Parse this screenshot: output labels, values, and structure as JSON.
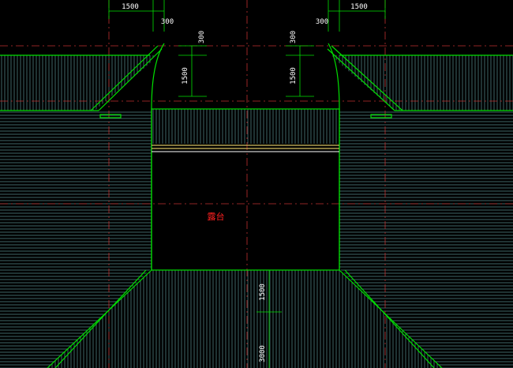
{
  "drawing": {
    "colors": {
      "background": "#000000",
      "outline": "#00e000",
      "hatch": "#4d7f80",
      "center_line": "#c03030",
      "dimension": "#00e000",
      "dimension_text": "#ffffff",
      "label": "#ff2020",
      "beam": "#d4c060"
    },
    "dimensions": {
      "top_left_width": "1500",
      "top_left_gap": "300",
      "top_right_gap": "300",
      "top_right_width": "1500",
      "left_gap_vertical": "300",
      "right_gap_vertical": "300",
      "left_depth": "1500",
      "right_depth": "1500",
      "bottom_depth": "1500",
      "bottom_lower": "3000"
    },
    "room_label": {
      "line1": "露",
      "line2": "台"
    }
  }
}
